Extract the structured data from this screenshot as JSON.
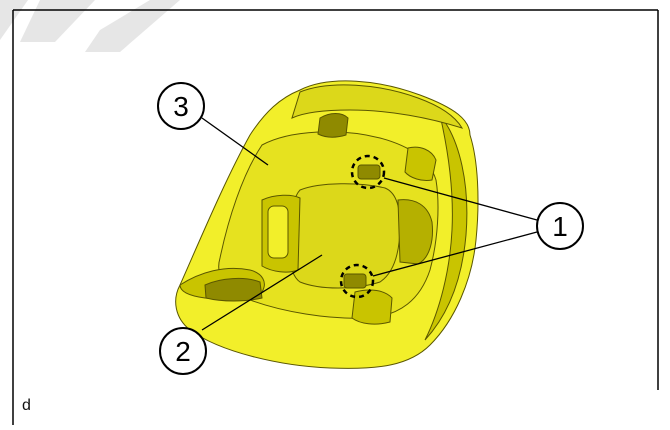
{
  "diagram": {
    "callouts": [
      {
        "id": "1",
        "label": "1"
      },
      {
        "id": "2",
        "label": "2"
      },
      {
        "id": "3",
        "label": "3"
      }
    ],
    "corner_mark": "d"
  },
  "colors": {
    "part_fill": "#f2ef2a",
    "part_shade": "#c9c400",
    "part_dark": "#8f8a00",
    "outline": "#5a5600",
    "frame": "#000000",
    "watermark": "#e6e6e6"
  }
}
